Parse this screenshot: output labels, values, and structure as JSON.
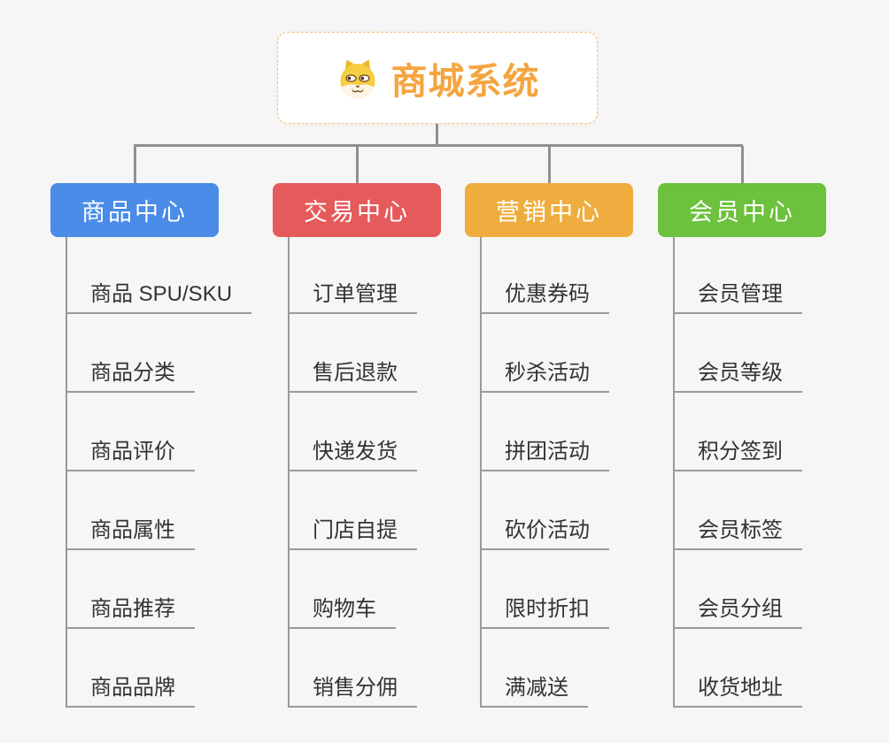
{
  "root": {
    "title": "商城系统",
    "icon": "dog-face-icon",
    "title_color": "#F5A53F",
    "border_color": "#EEC27F"
  },
  "branches": [
    {
      "id": "product-center",
      "label": "商品中心",
      "color": "#4A8CE8",
      "items": [
        "商品 SPU/SKU",
        "商品分类",
        "商品评价",
        "商品属性",
        "商品推荐",
        "商品品牌"
      ]
    },
    {
      "id": "trade-center",
      "label": "交易中心",
      "color": "#E55A5A",
      "items": [
        "订单管理",
        "售后退款",
        "快递发货",
        "门店自提",
        "购物车",
        "销售分佣"
      ]
    },
    {
      "id": "marketing-center",
      "label": "营销中心",
      "color": "#EFAD3F",
      "items": [
        "优惠券码",
        "秒杀活动",
        "拼团活动",
        "砍价活动",
        "限时折扣",
        "满减送"
      ]
    },
    {
      "id": "member-center",
      "label": "会员中心",
      "color": "#6CC13D",
      "items": [
        "会员管理",
        "会员等级",
        "积分签到",
        "会员标签",
        "会员分组",
        "收货地址"
      ]
    }
  ],
  "style": {
    "background_color": "#F6F6F6",
    "connector_color": "#909090",
    "leaf_line_color": "#9A9A9A",
    "leaf_text_color": "#333333",
    "branch_text_color": "#FFFFFF"
  }
}
